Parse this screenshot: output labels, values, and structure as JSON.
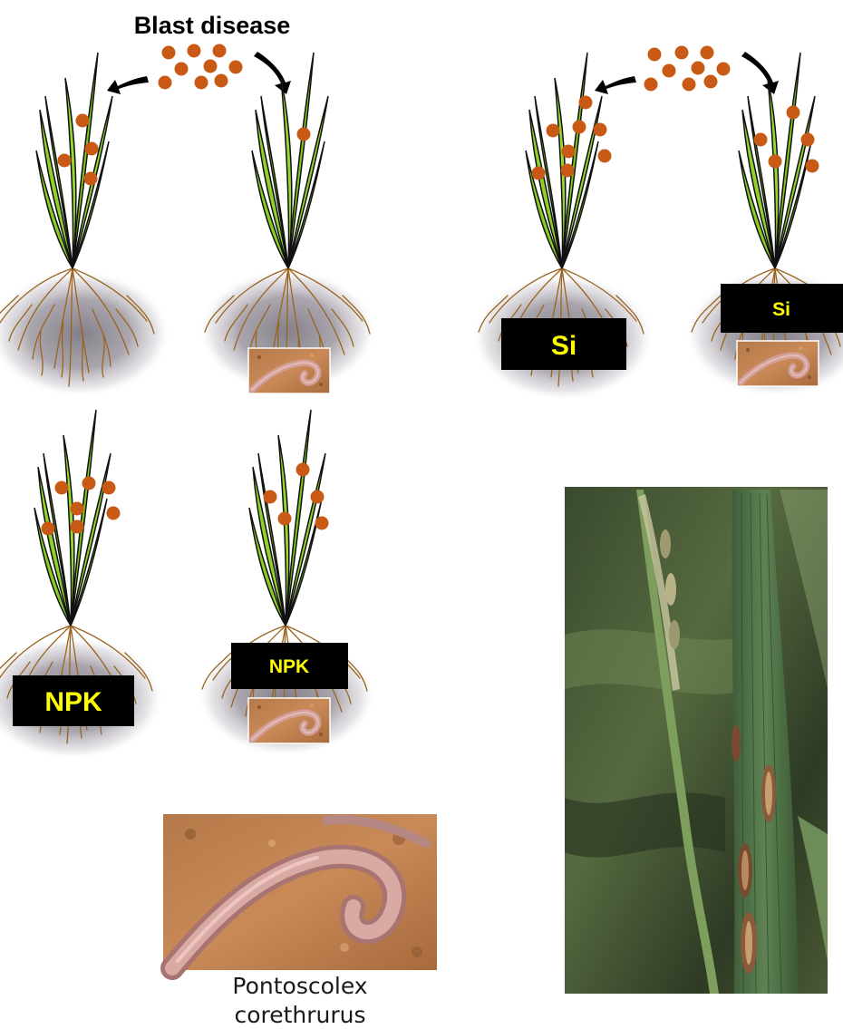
{
  "title": "Blast disease",
  "treatments": {
    "si_large": "Si",
    "si_small": "Si",
    "npk_large": "NPK",
    "npk_small": "NPK"
  },
  "worm_caption": [
    "Pontoscolex",
    "corethrurus"
  ],
  "colors": {
    "leaf_fill": "#7dc61a",
    "leaf_stroke": "#111111",
    "spore": "#c85a16",
    "root": "#9a6420",
    "soil": "#8a8590",
    "box": "#000000",
    "box_text": "#ffff00"
  },
  "icons": {
    "spore": "brown-spore-dot",
    "arrow": "curved-black-arrow",
    "worm": "earthworm-photo",
    "leaf": "rice-blast-leaf-photo"
  }
}
